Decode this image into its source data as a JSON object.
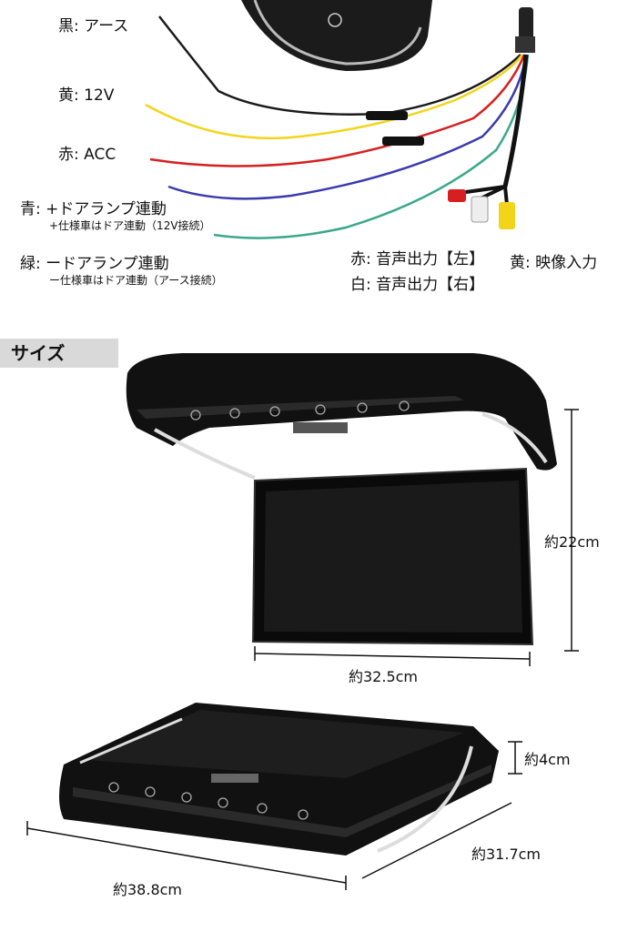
{
  "wiring": {
    "black": "黒: アース",
    "yellow": "黄: 12V",
    "red": "赤: ACC",
    "blue": "青: +ドアランプ連動",
    "blue_note": "+仕様車はドア連動（12V接続）",
    "green": "緑: ードアランプ連動",
    "green_note": "ー仕様車はドア連動（アース接続）",
    "rca_red": "赤: 音声出力【左】",
    "rca_white": "白: 音声出力【右】",
    "rca_yellow": "黄: 映像入力"
  },
  "size_section": {
    "title": "サイズ",
    "open_height": "約22cm",
    "open_width": "約32.5cm",
    "closed_thickness": "約4cm",
    "closed_depth": "約31.7cm",
    "closed_width": "約38.8cm"
  },
  "colors": {
    "black_wire": "#1a1a1a",
    "yellow_wire": "#f2d51a",
    "red_wire": "#d62020",
    "blue_wire": "#3a3ab0",
    "green_wire": "#3aa88a",
    "section_bar": "#d9d9d9",
    "device_body": "#111111"
  }
}
